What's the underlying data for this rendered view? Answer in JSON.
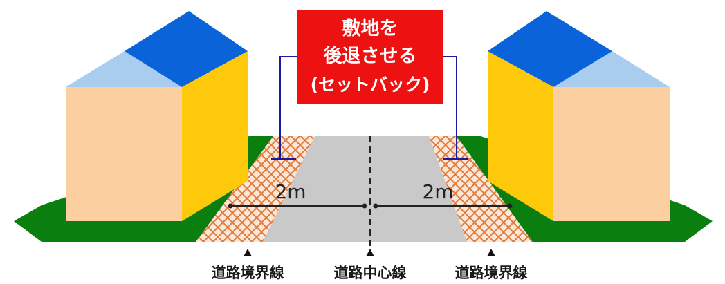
{
  "callout": {
    "lines": [
      "敷地を",
      "後退させる",
      "(セットバック)"
    ],
    "fill": "#ee1111"
  },
  "dimensions": {
    "left": "2m",
    "right": "2m"
  },
  "labels": {
    "left_boundary": "道路境界線",
    "center_line": "道路中心線",
    "right_boundary": "道路境界線"
  },
  "colors": {
    "road": "#c9c9c9",
    "grass": "#0a7f10",
    "setback_hatch": "#e07a3a",
    "setback_bg": "#fbe6d8",
    "house_front": "#fbcf9f",
    "house_side": "#fdc90a",
    "roof_dark": "#0b63d9",
    "roof_light": "#a8cdef",
    "leader_line": "#1a1aa0"
  },
  "icons": [
    "triangle-marker-icon"
  ]
}
